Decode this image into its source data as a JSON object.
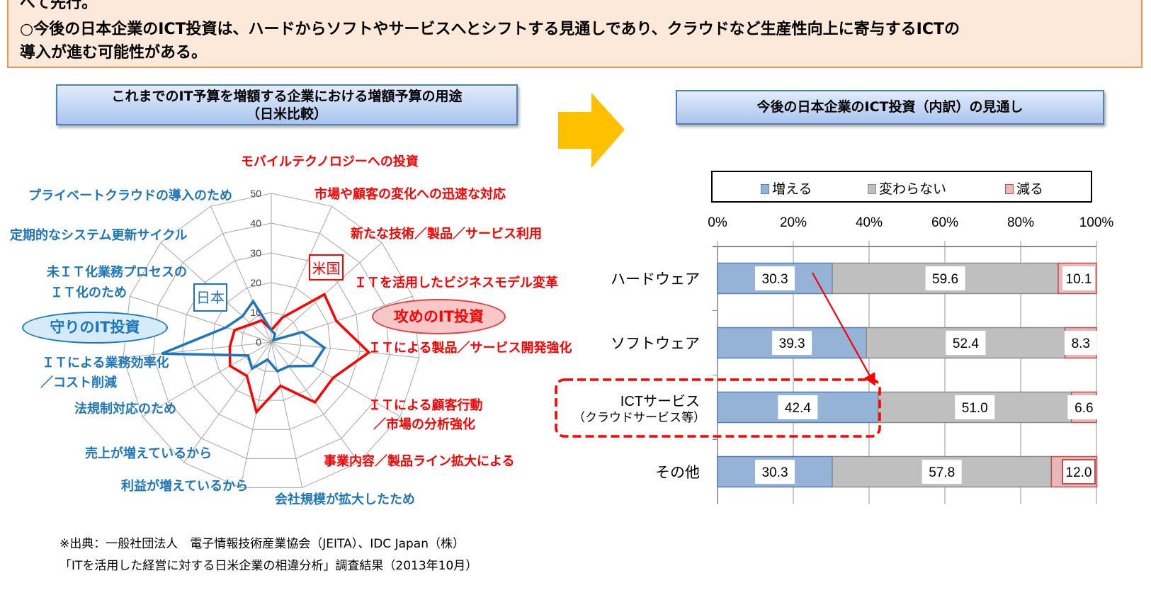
{
  "header": {
    "line_cut": "べて先行。",
    "line1": "○今後の日本企業のICT投資は、ハードからソフトやサービスへとシフトする見通しであり、クラウドなど生産性向上に寄与するICTの",
    "line2": "導入が進む可能性がある。"
  },
  "left_title": {
    "line1": "これまでのIT予算を増額する企業における増額予算の用途",
    "line2": "（日米比較）"
  },
  "right_title": "今後の日本企業のICT投資（内訳）の見通し",
  "annotations": {
    "us_tag": "米国",
    "japan_tag": "日本",
    "offensive": "攻めのIT投資",
    "defensive": "守りのIT投資"
  },
  "colors": {
    "us": "#ff0000",
    "japan": "#1d75bc",
    "increase": "#95b3d7",
    "same": "#bfbfbf",
    "decrease": "#e6b9b8",
    "accent_arrow": "#ffc000"
  },
  "footnote": {
    "line1": "※出典：一般社団法人　電子情報技術産業協会（JEITA）、IDC Japan（株）",
    "line2": "「ITを活用した経営に対する日米企業の相違分析」調査結果（2013年10月）"
  },
  "chart_data": [
    {
      "type": "radar",
      "rlim": [
        0,
        50
      ],
      "ticks": [
        "0",
        "10",
        "20",
        "30",
        "40",
        "50"
      ],
      "axes": [
        {
          "label": "モバイルテクノロジーへの投資",
          "group": "offensive"
        },
        {
          "label": "市場や顧客の変化への迅速な対応",
          "group": "offensive"
        },
        {
          "label": "新たな技術／製品／サービス利用",
          "group": "offensive"
        },
        {
          "label": "ＩＴを活用したビジネスモデル変革",
          "group": "offensive"
        },
        {
          "label": "ＩＴによる製品／サービス開発強化",
          "group": "offensive"
        },
        {
          "label": "ＩＴによる顧客行動",
          "label2": "／市場の分析強化",
          "group": "offensive"
        },
        {
          "label": "事業内容／製品ライン拡大による",
          "group": "offensive"
        },
        {
          "label": "会社規模が拡大したため",
          "group": "defensive"
        },
        {
          "label": "利益が増えているから",
          "group": "defensive"
        },
        {
          "label": "売上が増えているから",
          "group": "defensive"
        },
        {
          "label": "法規制対応のため",
          "group": "defensive"
        },
        {
          "label": "ＩＴによる業務効率化",
          "label2": "／コスト削減",
          "group": "defensive"
        },
        {
          "label": "未ＩＴ化業務プロセスの",
          "label2": "ＩＴ化のため",
          "group": "defensive"
        },
        {
          "label": "定期的なシステム更新サイクル",
          "group": "defensive"
        },
        {
          "label": "プライベートクラウドの導入のため",
          "group": "defensive"
        }
      ],
      "series": [
        {
          "name": "米国",
          "values": [
            4,
            9,
            24,
            23,
            33,
            24,
            25,
            15,
            24,
            14,
            16,
            14,
            13,
            9,
            8
          ]
        },
        {
          "name": "日本",
          "values": [
            4,
            3,
            1,
            11,
            18,
            16,
            10,
            10,
            6,
            11,
            9,
            37,
            16,
            13,
            15
          ]
        }
      ]
    },
    {
      "type": "bar",
      "orientation": "horizontal",
      "stacked": true,
      "categories": [
        {
          "label": "ハードウェア"
        },
        {
          "label": "ソフトウェア"
        },
        {
          "label": "ICTサービス",
          "label2": "（クラウドサービス等）",
          "highlight": true
        },
        {
          "label": "その他"
        }
      ],
      "series": [
        {
          "name": "増える",
          "values": [
            30.3,
            39.3,
            42.4,
            30.3
          ]
        },
        {
          "name": "変わらない",
          "values": [
            59.6,
            52.4,
            51.0,
            57.8
          ]
        },
        {
          "name": "減る",
          "values": [
            10.1,
            8.3,
            6.6,
            12.0
          ]
        }
      ],
      "xlim": [
        0,
        100
      ],
      "xticks": [
        "0%",
        "20%",
        "40%",
        "60%",
        "80%",
        "100%"
      ],
      "legend": "top",
      "grid": true
    }
  ]
}
